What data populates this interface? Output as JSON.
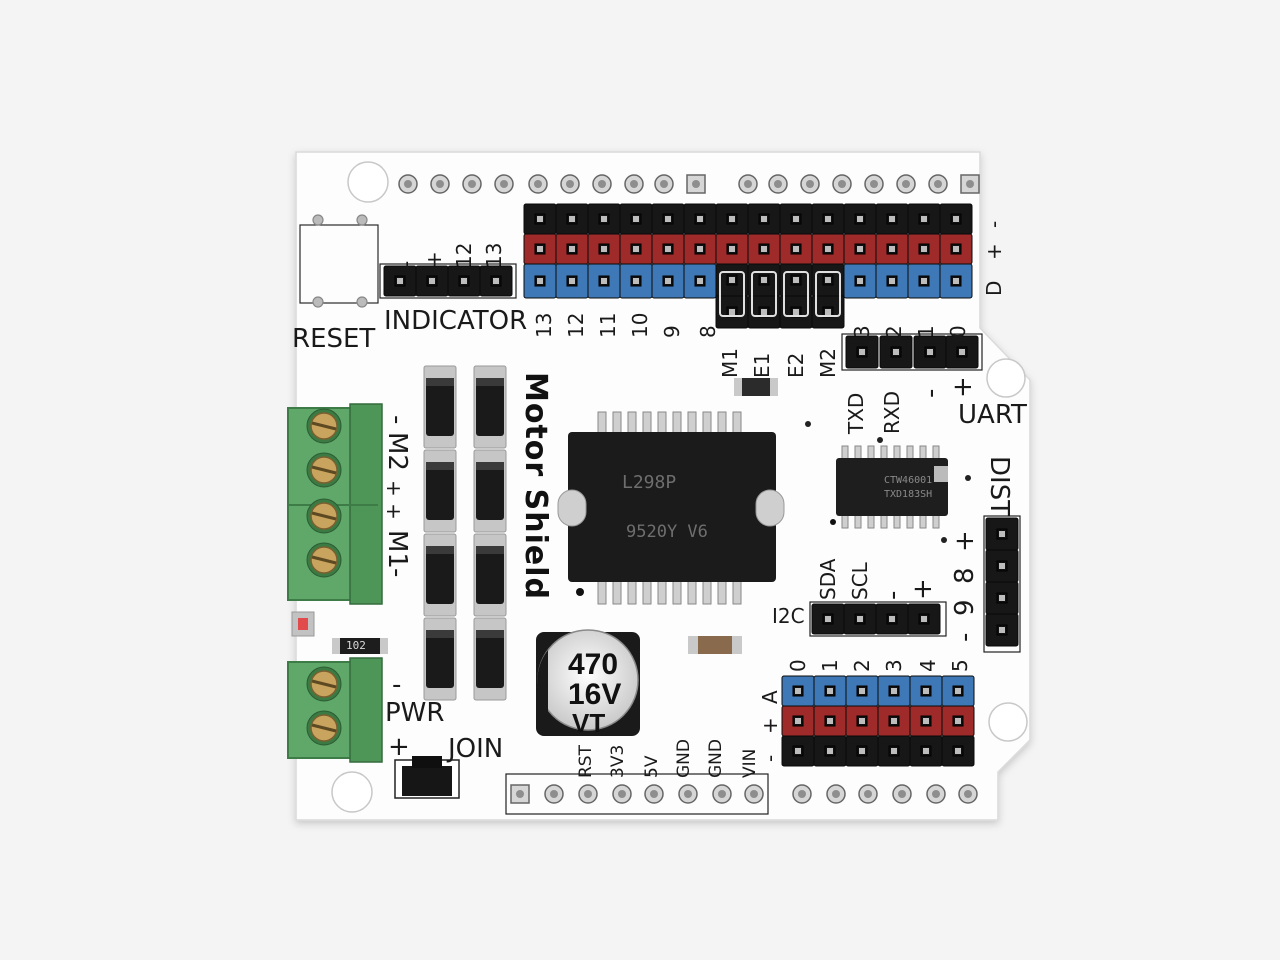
{
  "photo": {
    "subject": "Motor Shield",
    "background_color": "#f4f4f4",
    "board_color": "#fdfdfd"
  },
  "board": {
    "title": "Motor Shield",
    "reset": "RESET",
    "indicator": "INDICATOR",
    "indicator_pins": [
      "-",
      "+",
      "12",
      "13"
    ],
    "digital_pins": [
      "13",
      "12",
      "11",
      "10",
      "9",
      "8",
      "3",
      "2",
      "1",
      "0"
    ],
    "jumper_labels": [
      "M1",
      "E1",
      "E2",
      "M2"
    ],
    "header_right_labels": [
      "-",
      "+",
      "D"
    ],
    "uart": "UART",
    "uart_pins": [
      "TXD",
      "RXD",
      "-",
      "+"
    ],
    "m2": "M2",
    "m1": "M1",
    "m2_sign": "-",
    "m1_sign": "-",
    "mid_sign": "+ +",
    "pwr": "PWR",
    "pwr_minus": "-",
    "pwr_plus": "+",
    "join": "JOIN",
    "power_pins": [
      "RST",
      "3V3",
      "5V",
      "GND",
      "GND",
      "VIN"
    ],
    "i2c": "I2C",
    "i2c_pins": [
      "SDA",
      "SCL",
      "-",
      "+"
    ],
    "dist": "DIST",
    "dist_pins": [
      "+",
      "8",
      "9",
      "-"
    ],
    "analog_pins": [
      "0",
      "1",
      "2",
      "3",
      "4",
      "5"
    ],
    "analog_rows": [
      "A",
      "+",
      "-"
    ],
    "cap_lines": [
      "470",
      "16V",
      "VT"
    ],
    "resistor": "102",
    "chip_main": [
      "L298P",
      "9520Y V6"
    ],
    "chip_small": [
      "CTW46001",
      "TXD183SH"
    ]
  }
}
